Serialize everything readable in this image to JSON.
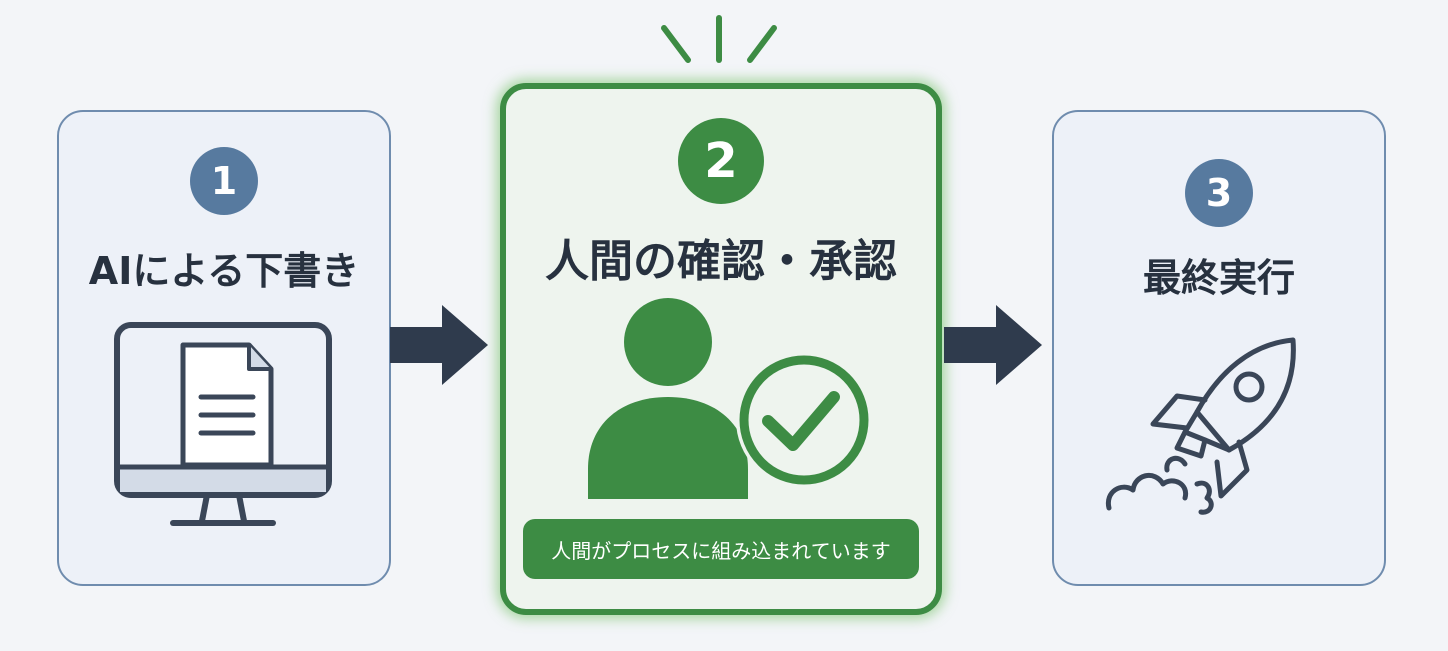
{
  "steps": [
    {
      "number": "1",
      "title": "AIによる下書き",
      "icon": "monitor-document-icon",
      "accent": "#577a9f"
    },
    {
      "number": "2",
      "title": "人間の確認・承認",
      "icon": "person-check-icon",
      "caption": "人間がプロセスに組み込まれています",
      "accent": "#3d8c44",
      "highlighted": true
    },
    {
      "number": "3",
      "title": "最終実行",
      "icon": "rocket-icon",
      "accent": "#577a9f"
    }
  ],
  "connectors": [
    "arrow-right-icon",
    "arrow-right-icon"
  ],
  "colors": {
    "background": "#f3f5f8",
    "card_border_blue": "#6f8cae",
    "card_fill_blue": "#edf1f8",
    "card_fill_green": "#eef4ee",
    "green": "#3d8c44",
    "dark": "#27313f",
    "arrow": "#2f3b4d"
  }
}
